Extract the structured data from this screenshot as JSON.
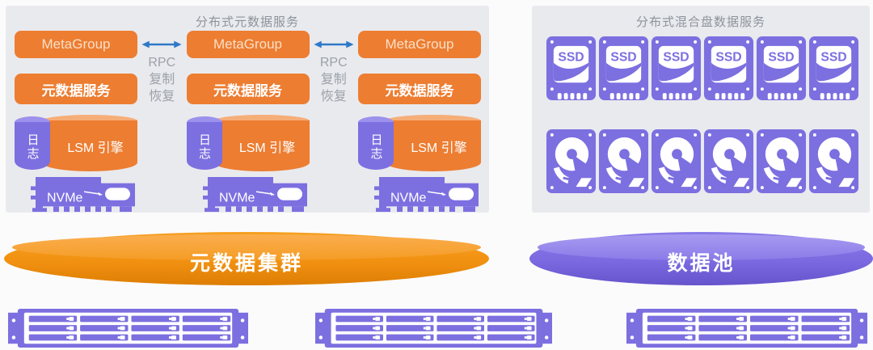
{
  "left_panel": {
    "title": "分布式元数据服务",
    "columns": [
      {
        "group_label": "MetaGroup",
        "service_label": "元数据服务",
        "log_label": "日志",
        "engine_label": "LSM 引擎"
      },
      {
        "group_label": "MetaGroup",
        "service_label": "元数据服务",
        "log_label": "日志",
        "engine_label": "LSM 引擎"
      },
      {
        "group_label": "MetaGroup",
        "service_label": "元数据服务",
        "log_label": "日志",
        "engine_label": "LSM 引擎"
      }
    ],
    "nvme_label": "NVMe",
    "rpc_lines": [
      "RPC",
      "复制",
      "恢复"
    ]
  },
  "right_panel": {
    "title": "分布式混合盘数据服务",
    "ssd_label": "SSD",
    "ssd_count": 6,
    "hdd_count": 6
  },
  "pools": {
    "metadata_cluster_label": "元数据集群",
    "data_pool_label": "数据池"
  },
  "colors": {
    "orange": "#ed7d31",
    "purple": "#7c6fe0",
    "arrow_blue": "#2e79c7",
    "panel_bg": "#e9eaee",
    "title_gray": "#8d939b"
  }
}
